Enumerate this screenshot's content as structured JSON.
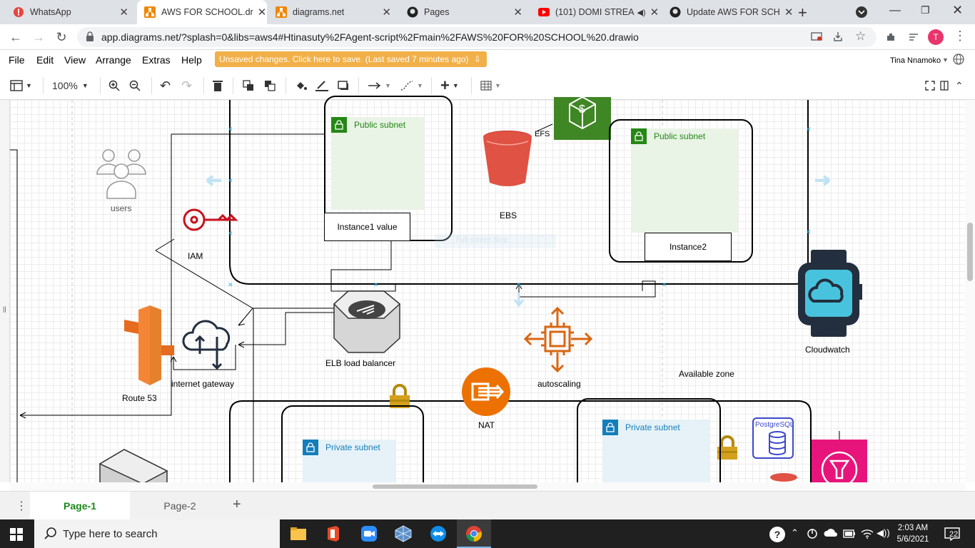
{
  "browser": {
    "tabs": [
      {
        "title": "WhatsApp",
        "icon": "whatsapp-icon"
      },
      {
        "title": "AWS FOR SCHOOL.dr",
        "icon": "drawio-icon",
        "active": true
      },
      {
        "title": "diagrams.net",
        "icon": "drawio-icon"
      },
      {
        "title": "Pages",
        "icon": "github-icon"
      },
      {
        "title": "(101) DOMI STREA",
        "icon": "youtube-icon"
      },
      {
        "title": "Update AWS FOR SCH",
        "icon": "github-icon"
      }
    ],
    "url": "app.diagrams.net/?splash=0&libs=aws4#Htinasuty%2FAgent-script%2Fmain%2FAWS%20FOR%20SCHOOL%20.drawio",
    "profile_initial": "T"
  },
  "app": {
    "menu": [
      "File",
      "Edit",
      "View",
      "Arrange",
      "Extras",
      "Help"
    ],
    "unsaved_notice": "Unsaved changes. Click here to save. (Last saved 7 minutes ago)",
    "user_name": "Tina Nnamoko",
    "zoom": "100%"
  },
  "diagram": {
    "labels": {
      "users": "users",
      "iam": "IAM",
      "ebs": "EBS",
      "efs": "EFS",
      "cloudwatch": "Cloudwatch",
      "route53": "Route 53",
      "internet_gateway": "internet gateway",
      "elb": "ELB load balancer",
      "autoscaling": "autoscaling",
      "available_zone": "Available zone",
      "nat": "NAT",
      "postgres": "PostgreSQL",
      "snip_ghost": "Full-screen Snip"
    },
    "public_subnet_1": {
      "title": "Public subnet",
      "instance": "Instance1 value"
    },
    "public_subnet_2": {
      "title": "Public subnet",
      "instance": "Instance2"
    },
    "private_subnet_1": {
      "title": "Private subnet"
    },
    "private_subnet_2": {
      "title": "Private subnet"
    },
    "colors": {
      "public_subnet_fill": "#e9f3e6",
      "public_subnet_text": "#248814",
      "private_subnet_fill": "#e6f2f8",
      "private_subnet_text": "#147eba",
      "aws_orange": "#ed7100",
      "ebs_red": "#e05243",
      "cloudwatch_navy": "#232f3e",
      "iam_red": "#c7131f"
    }
  },
  "pages": [
    "Page-1",
    "Page-2"
  ],
  "taskbar": {
    "search_placeholder": "Type here to search",
    "time": "2:03 AM",
    "date": "5/6/2021",
    "notifications": "22"
  }
}
